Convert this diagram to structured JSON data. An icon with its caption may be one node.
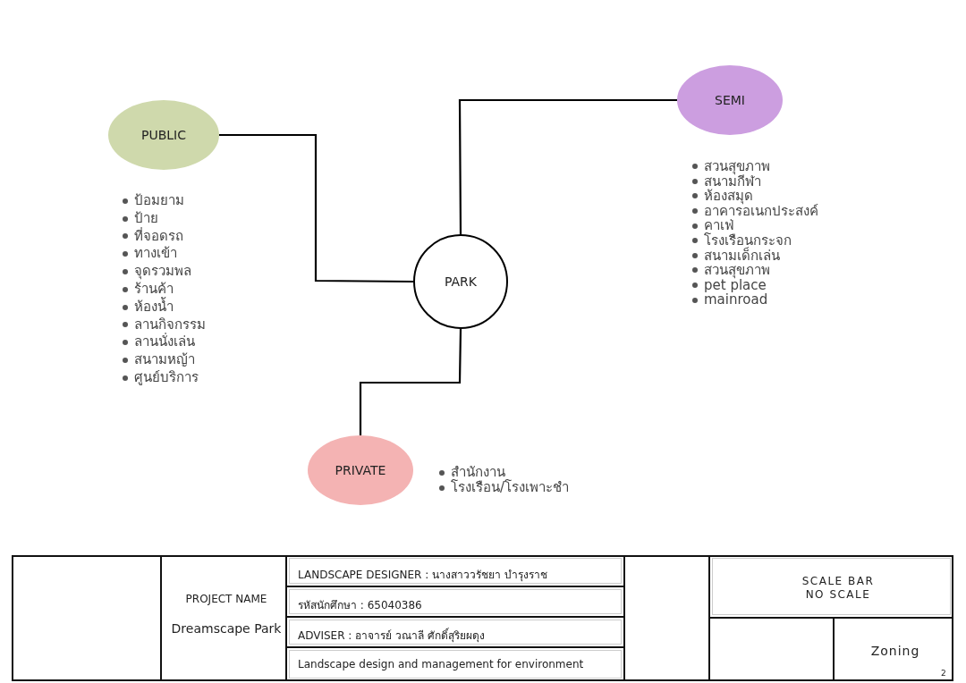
{
  "diagram": {
    "nodes": [
      {
        "text": [
          "PUBLIC"
        ],
        "beside": [
          "ป้อมยาม",
          "ป้าย",
          "ที่จอดรถ",
          "ทางเข้า",
          "จุดรวมพล",
          "ร้านค้า",
          "ห้องน้ำ",
          "ลานกิจกรรม",
          "ลานนั่งเล่น",
          "สนามหญ้า",
          "ศูนย์บริการ"
        ]
      },
      {
        "text": [
          "SEMI"
        ],
        "beside": [
          "สวนสุขภาพ",
          "สนามกีฬา",
          "ห้องสมุด",
          "อาคารอเนกประสงค์",
          "คาเฟ่",
          "โรงเรือนกระจก",
          "สนามเด็กเล่น",
          "สวนสุขภาพ",
          "pet place",
          "mainroad"
        ]
      },
      {
        "text": [
          "PARK"
        ]
      },
      {
        "text": [
          "PRIVATE"
        ],
        "beside": [
          "สำนักงาน",
          "โรงเรือน/โรงเพาะชำ"
        ]
      }
    ],
    "edges": [
      {
        "from": 0,
        "to": 2,
        "arrow": "none"
      },
      {
        "from": 2,
        "to": 1,
        "arrow": "none"
      },
      {
        "from": 2,
        "to": 3,
        "arrow": "none"
      }
    ],
    "labels": [
      "PROJECT NAME",
      "Dreamscape Park",
      "LANDSCAPE DESIGNER : นางสาววรัชยา บำรุงราช",
      "รหัสนักศึกษา : 65040386",
      "ADVISER : อาจารย์ วณาลี  ศักดิ์สุริยผดุง",
      "Landscape design and management for environment",
      "SCALE BAR",
      "NO SCALE",
      "Zoning",
      "2"
    ]
  }
}
